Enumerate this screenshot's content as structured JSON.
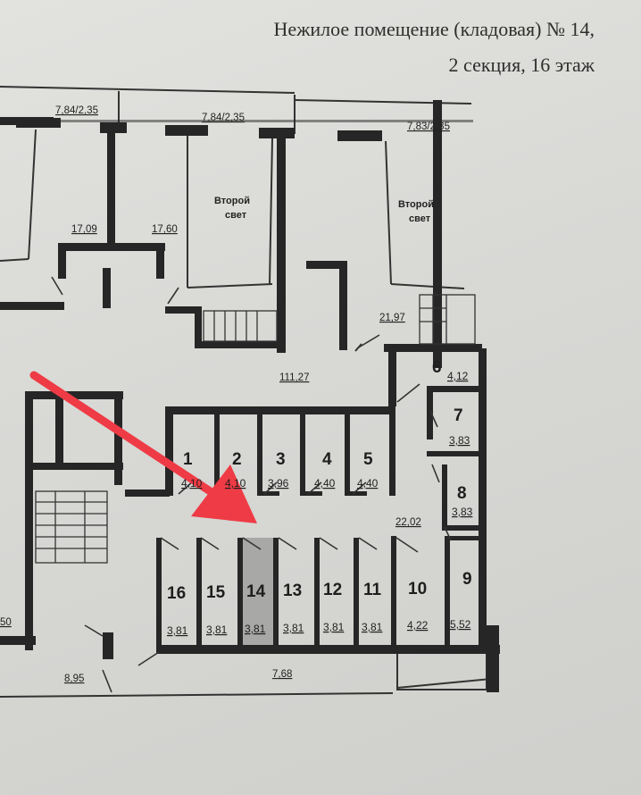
{
  "header": {
    "line1": "Нежилое помещение (кладовая) № 14,",
    "line2": "2 секция, 16 этаж"
  },
  "plan": {
    "balconies": [
      "7,84/2,35",
      "7,84/2,35",
      "7,83/2,35"
    ],
    "second_light": [
      "Второй",
      "свет"
    ],
    "areas": {
      "room_a": "17,09",
      "room_b": "17,60",
      "room_c": "21,97",
      "hall": "111,27",
      "corridor": "22,02",
      "bottom_left": "8,95",
      "bottom_mid": "7,68",
      "left_edge": "50"
    },
    "storage_top": [
      {
        "no": "1",
        "area": "4,10"
      },
      {
        "no": "2",
        "area": "4,10"
      },
      {
        "no": "3",
        "area": "3,96"
      },
      {
        "no": "4",
        "area": "4,40"
      },
      {
        "no": "5",
        "area": "4,40"
      }
    ],
    "storage_right": [
      {
        "no": "6",
        "area": "4,12"
      },
      {
        "no": "7",
        "area": "3,83"
      },
      {
        "no": "8",
        "area": "3,83"
      }
    ],
    "storage_bottom": [
      {
        "no": "16",
        "area": "3,81"
      },
      {
        "no": "15",
        "area": "3,81"
      },
      {
        "no": "14",
        "area": "3,81",
        "highlighted": true
      },
      {
        "no": "13",
        "area": "3,81"
      },
      {
        "no": "12",
        "area": "3,81"
      },
      {
        "no": "11",
        "area": "3,81"
      },
      {
        "no": "10",
        "area": "4,22"
      },
      {
        "no": "9",
        "area": "5,52"
      }
    ]
  },
  "colors": {
    "wall": "#262626",
    "arrow": "#ee3b45",
    "highlight": "#a8a8a6"
  }
}
